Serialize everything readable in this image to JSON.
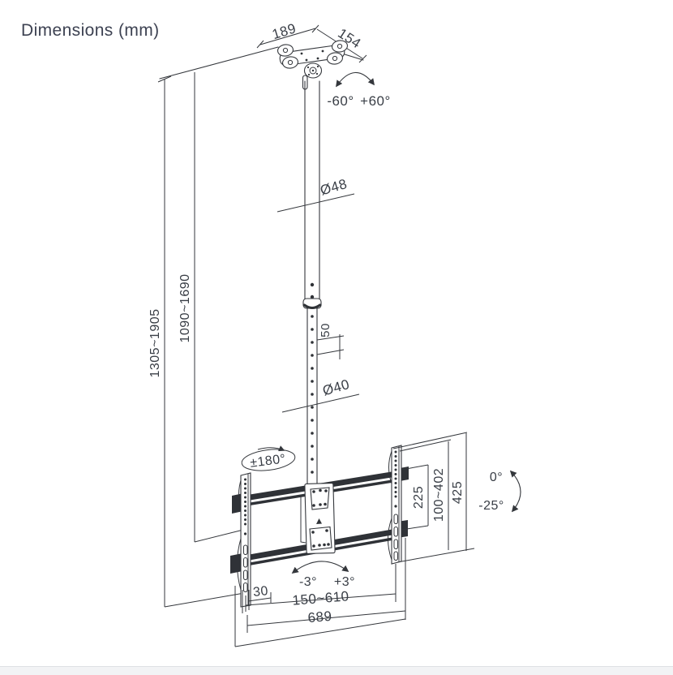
{
  "title": "Dimensions (mm)",
  "colors": {
    "line": "#34373c",
    "text": "#393e46",
    "title": "#3d4252",
    "background": "#ffffff"
  },
  "labels": {
    "ceiling_plate_width": "189",
    "ceiling_plate_depth": "154",
    "swivel_left": "-60°",
    "swivel_right": "+60°",
    "upper_pole_diameter": "Ø48",
    "overall_height_range": "1305~1905",
    "pole_height_range": "1090~1690",
    "hole_spacing": "50",
    "lower_pole_diameter": "Ø40",
    "rotation_range": "±180°",
    "vesa_height": "225",
    "vesa_height_range": "100~402",
    "bracket_total_height": "425",
    "tilt_max": "0°",
    "tilt_min": "-25°",
    "level_left": "-3°",
    "level_right": "+3°",
    "bracket_depth": "30",
    "vesa_width_range": "150~610",
    "crossbar_width": "689"
  }
}
